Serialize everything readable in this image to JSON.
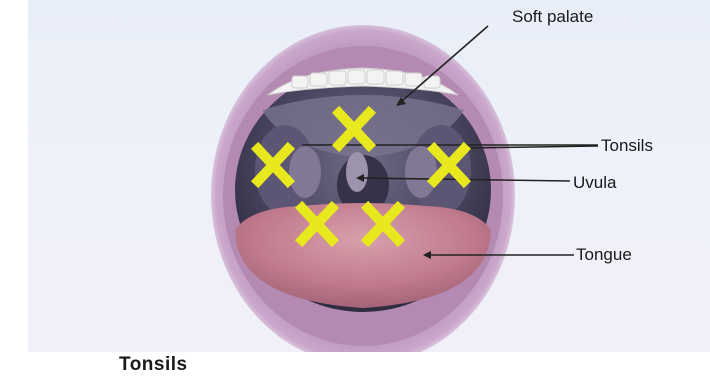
{
  "labels": {
    "soft_palate": "Soft palate",
    "tonsils": "Tonsils",
    "uvula": "Uvula",
    "tongue": "Tongue"
  },
  "caption": "Tonsils",
  "marker_color": "#e8e81e",
  "marker_count": 5,
  "colors": {
    "lips": "#b98bb5",
    "mouth_interior": "#4a4560",
    "tongue": "#c27d8e",
    "teeth": "#f2f2f2",
    "leader_line": "#222222"
  }
}
